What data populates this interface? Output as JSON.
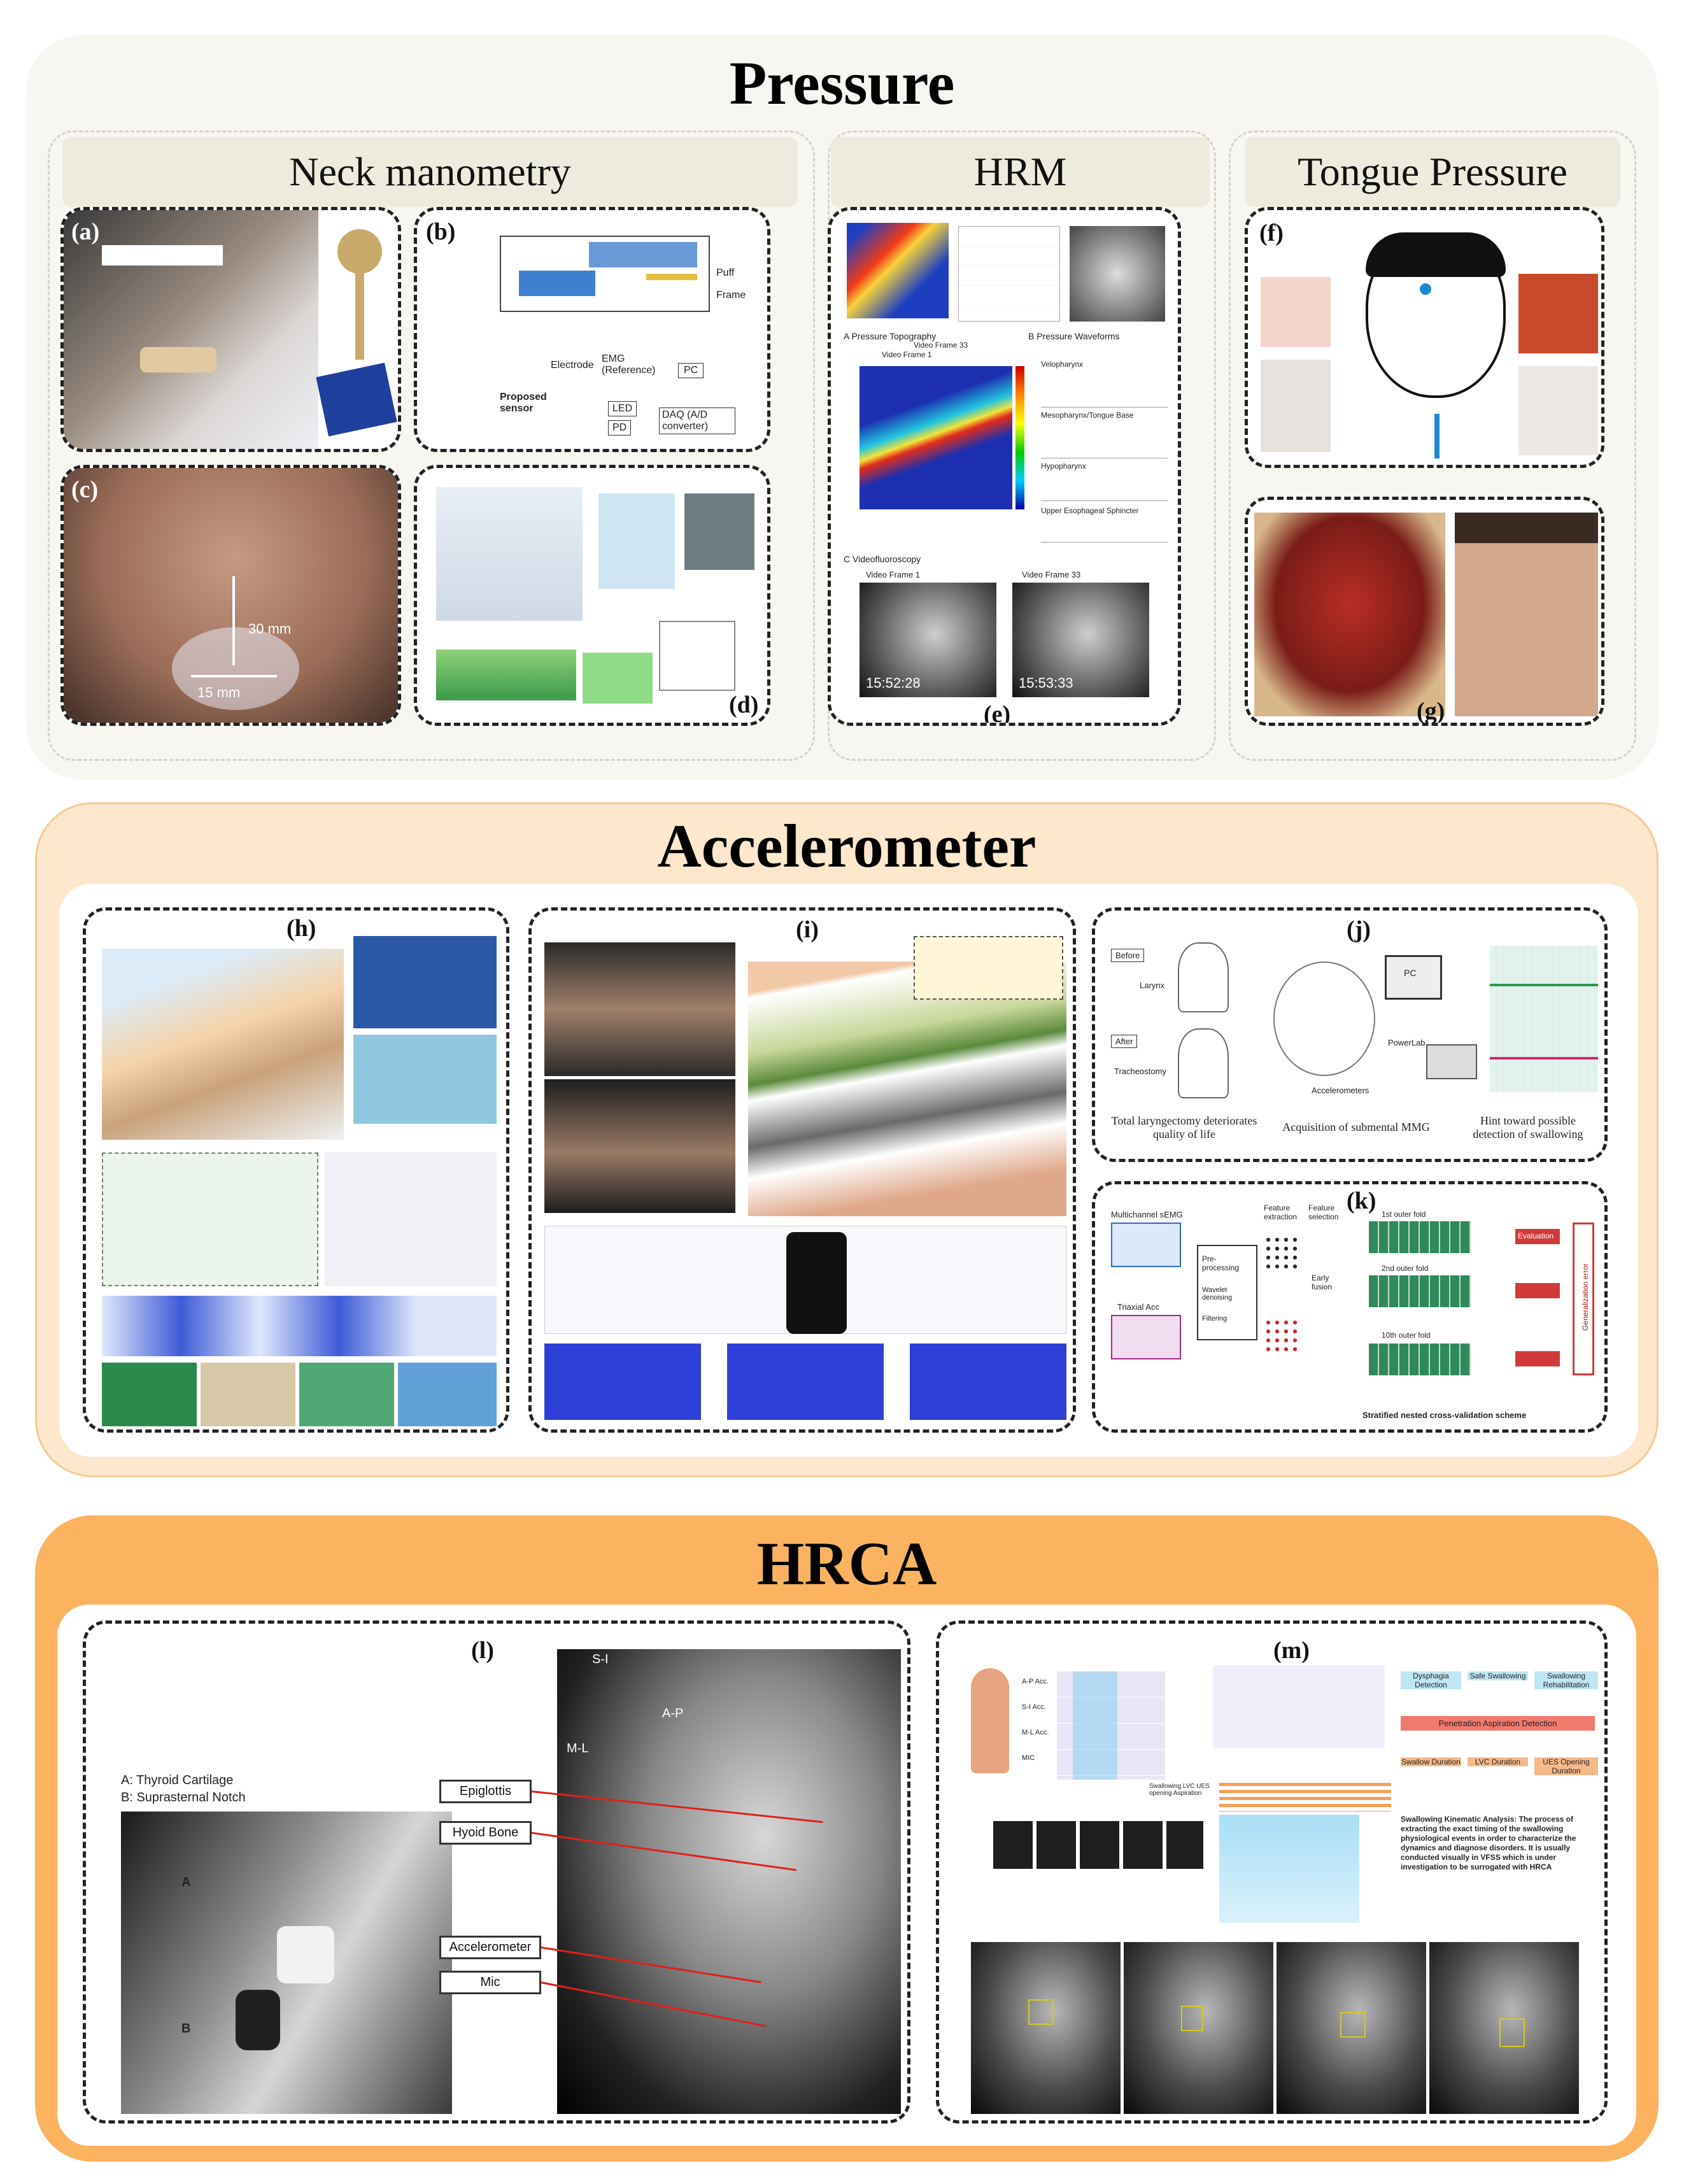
{
  "sections": {
    "pressure": {
      "title": "Pressure",
      "columns": {
        "neck_manometry": "Neck manometry",
        "hrm": "HRM",
        "tongue_pressure": "Tongue Pressure"
      }
    },
    "accelerometer": {
      "title": "Accelerometer"
    },
    "hrca": {
      "title": "HRCA"
    }
  },
  "panel_labels": {
    "a": "(a)",
    "b": "(b)",
    "c": "(c)",
    "d": "(d)",
    "e": "(e)",
    "f": "(f)",
    "g": "(g)",
    "h": "(h)",
    "i": "(i)",
    "j": "(j)",
    "k": "(k)",
    "l": "(l)",
    "m": "(m)"
  },
  "panel_c": {
    "dim1": "30 mm",
    "dim2": "15 mm"
  },
  "panel_b": {
    "proposed_sensor": "Proposed sensor",
    "emg": "EMG (Reference)",
    "pc": "PC",
    "led": "LED",
    "pd": "PD",
    "daq": "DAQ (A/D converter)",
    "electrode": "Electrode",
    "frame": "Frame",
    "puff": "Puff"
  },
  "panel_e": {
    "topo": "A  Pressure Topography",
    "waveforms": "B  Pressure Waveforms",
    "velopharynx": "Velopharynx",
    "meso": "Mesopharynx/Tongue Base",
    "hypo": "Hypopharynx",
    "ues": "Upper Esophageal Sphincter",
    "video": "C  Videofluoroscopy",
    "frame1": "Video Frame 1",
    "frame33": "Video Frame 33",
    "time1": "15:52:28",
    "time2": "15:53:33"
  },
  "panel_j": {
    "before": "Before",
    "after": "After",
    "larynx": "Larynx",
    "tracheostomy": "Tracheostomy",
    "pc": "PC",
    "powerlab": "PowerLab",
    "accelerometers": "Accelerometers",
    "cap1": "Total laryngectomy deteriorates quality of life",
    "cap2": "Acquisition of submental MMG",
    "cap3": "Hint toward possible detection of swallowing"
  },
  "panel_k": {
    "input1": "Multichannel sEMG",
    "input2": "Triaxial Acc",
    "preproc": "Pre-processing",
    "wavelet": "Wavelet denoising",
    "filtering": "Filtering",
    "feat_ext": "Feature extraction",
    "feat_sel": "Feature selection",
    "early": "Early fusion",
    "fold1": "1st outer fold",
    "fold2": "2nd outer fold",
    "fold10": "10th outer fold",
    "eval": "Evaluation",
    "gen_error": "Generalization error",
    "scheme": "Stratified nested cross-validation scheme"
  },
  "panel_l": {
    "a_label": "A: Thyroid Cartilage",
    "b_label": "B: Suprasternal Notch",
    "epiglottis": "Epiglottis",
    "hyoid": "Hyoid Bone",
    "accelerometer": "Accelerometer",
    "mic": "Mic",
    "axis_si": "S-I",
    "axis_ap": "A-P",
    "axis_ml": "M-L",
    "mark_a": "A",
    "mark_b": "B"
  },
  "panel_m": {
    "ch1": "A-P Acc.",
    "ch2": "S-I Acc.",
    "ch3": "M-L Acc.",
    "ch4": "MIC",
    "dysphagia": "Dysphagia Detection",
    "safe": "Safe Swallowing",
    "rehab": "Swallowing Rehabilitation",
    "pen_asp": "Penetration Aspiration Detection",
    "dur1": "Swallow Duration",
    "dur2": "LVC Duration",
    "dur3": "UES Opening Duration",
    "events": "Swallowing LVC UES opening Aspiration",
    "kinematic": "Swallowing Kinematic Analysis: The process of extracting the exact timing of the swallowing physiological events in order to characterize the dynamics and diagnose disorders. It is usually conducted visually in VFSS which is under investigation to be surrogated with HRCA"
  },
  "colors": {
    "pressure_bg": "#f7f6f1",
    "accel_bg": "#fde7cd",
    "hrca_bg": "#fbb360",
    "subhead": "#ecebdd"
  }
}
